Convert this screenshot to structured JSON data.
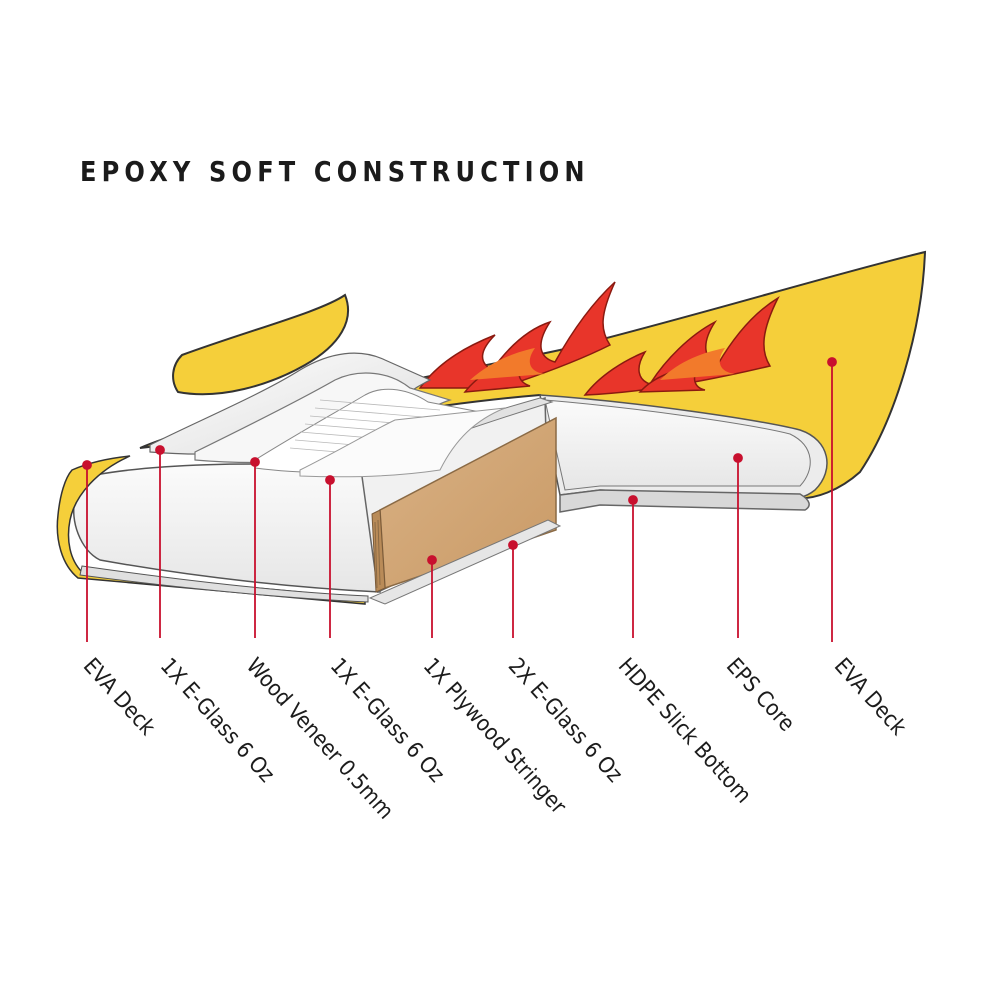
{
  "title": "EPOXY SOFT CONSTRUCTION",
  "colors": {
    "deck_yellow": "#f5cf3a",
    "flame_red": "#e8352a",
    "flame_orange": "#f27a2b",
    "stringer_tan": "#d2a877",
    "leader_red": "#c8102e",
    "core_white": "#f3f3f3"
  },
  "labels": [
    "EVA Deck",
    "1X E-Glass 6 Oz",
    "Wood Veneer 0.5mm",
    "1X E-Glass 6 Oz",
    "1X Plywood Stringer",
    "2X E-Glass 6 Oz",
    "HDPE Slick Bottom",
    "EPS Core",
    "EVA Deck"
  ]
}
